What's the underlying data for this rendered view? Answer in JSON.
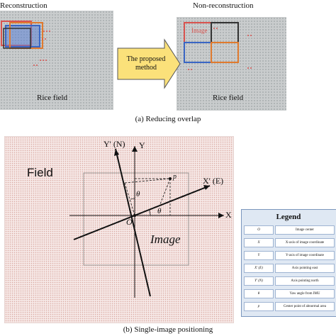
{
  "top": {
    "left_title": "Reconstruction",
    "right_title": "Non-reconstruction",
    "left_field_label": "Rice field",
    "right_field_label": "Rice field",
    "right_image_label": "Image",
    "arrow_text": "The proposed method",
    "caption": "(a) Reducing overlap"
  },
  "bottom": {
    "field_label": "Field",
    "image_label": "Image",
    "axis_x": "X",
    "axis_y": "Y",
    "axis_x_prime": "X' (E)",
    "axis_y_prime": "Y' (N)",
    "origin": "O",
    "theta": "θ",
    "point_p": "p",
    "caption": "(b) Single-image positioning"
  },
  "legend": {
    "title": "Legend",
    "rows": [
      {
        "symbol": "O",
        "desc": "Image center"
      },
      {
        "symbol": "X",
        "desc": "X-axis of image coordinate"
      },
      {
        "symbol": "Y",
        "desc": "Y-axis of image coordinate"
      },
      {
        "symbol": "X' (E)",
        "desc": "Axis pointing east"
      },
      {
        "symbol": "Y' (N)",
        "desc": "Axis pointing north"
      },
      {
        "symbol": "θ",
        "desc": "Yaw angle from IMU"
      },
      {
        "symbol": "p",
        "desc": "Center point of abnormal area"
      }
    ]
  },
  "colors": {
    "box_red": "#d9534f",
    "box_orange": "#e07a2e",
    "box_blue": "#3a66c4",
    "box_dark": "#333333",
    "arrow_fill": "#fbe17a"
  }
}
